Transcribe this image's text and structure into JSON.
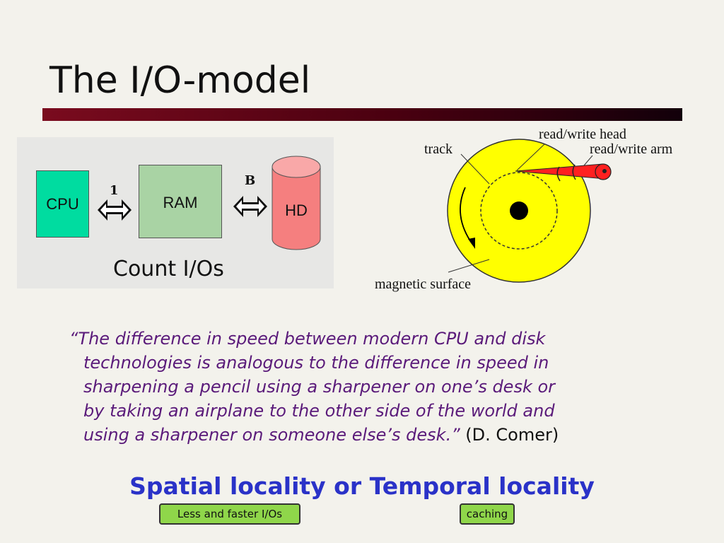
{
  "slide": {
    "title": "The I/O-model",
    "model": {
      "cpu_label": "CPU",
      "ram_label": "RAM",
      "hd_label": "HD",
      "cpu_ram_label": "1",
      "ram_hd_label": "B",
      "caption": "Count I/Os"
    },
    "disk": {
      "read_write_head": "read/write head",
      "track": "track",
      "read_write_arm": "read/write arm",
      "magnetic_surface": "magnetic surface"
    },
    "quote": {
      "lines": [
        "“The difference in speed between modern CPU and disk",
        "technologies is  analogous to the difference in speed in",
        "sharpening a pencil using a sharpener on one’s desk or",
        "by taking an airplane to the other side of the world and",
        "using a sharpener on someone else’s desk.”"
      ],
      "attribution": "(D. Comer)"
    },
    "locality": "Spatial locality or Temporal locality",
    "tags": {
      "less_faster": "Less and faster I/Os",
      "caching": "caching"
    },
    "colors": {
      "cpu": "#00dca0",
      "ram": "#a9d3a4",
      "hd": "#f57f7f",
      "disk": "#ffff00",
      "arm": "#ff2020",
      "quote": "#5a1a7a",
      "locality": "#2a32c8",
      "tag": "#8fd64a"
    }
  }
}
